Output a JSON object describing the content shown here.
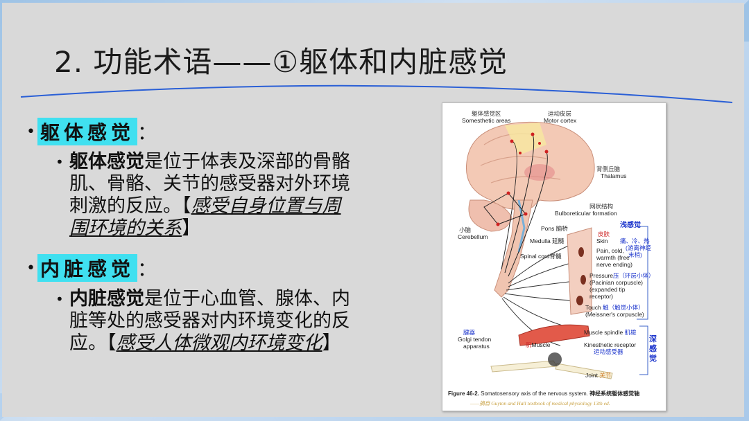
{
  "title": "2. 功能术语——①躯体和内脏感觉",
  "sections": [
    {
      "bullet": "•",
      "heading": "躯体感觉",
      "colon": "：",
      "sub_bullet": "•",
      "term": "躯体感觉",
      "body": "是位于体表及深部的骨骼肌、骨骼、关节的感受器对外环境刺激的反应。【",
      "emphasis": "感受自身位置与周围环境的关系",
      "close": "】"
    },
    {
      "bullet": "•",
      "heading": "内脏感觉",
      "colon": "：",
      "sub_bullet": "•",
      "term": "内脏感觉",
      "body": "是位于心血管、腺体、内脏等处的感受器对内环境变化的反应。【",
      "emphasis": "感受人体微观内环境变化",
      "close": "】"
    }
  ],
  "figure": {
    "labels": {
      "somesthetic_cn": "躯体感觉区",
      "somesthetic_en": "Somesthetic areas",
      "motor_cn": "运动皮层",
      "motor_en": "Motor cortex",
      "thalamus_cn": "背侧丘脑",
      "thalamus_en": "Thalamus",
      "reticular_cn": "网状结构",
      "reticular_en": "Bulboreticular formation",
      "cerebellum_cn": "小脑",
      "cerebellum_en": "Cerebellum",
      "pons": "Pons",
      "pons_cn": "脑桥",
      "medulla": "Medulla",
      "medulla_cn": "延髓",
      "spinal": "Spinal cord",
      "spinal_cn": "脊髓",
      "shallow_cn": "浅感觉",
      "skin_cn": "皮肤",
      "skin": "Skin",
      "pain_cn": "痛、冷、热",
      "pain1": "Pain, cold,",
      "pain2": "warmth (free",
      "pain3": "nerve ending)",
      "free_cn1": "(游离神经",
      "free_cn2": "末梢)",
      "pressure": "Pressure",
      "pressure_cn": "压（环层小体）",
      "pacinian1": "(Pacinian corpuscle)",
      "pacinian2": "(expanded tip",
      "pacinian3": "receptor)",
      "touch": "Touch",
      "touch_cn": "触（触觉小体）",
      "meissner": "(Meissner's corpuscle)",
      "tendon_cn": "腱器",
      "tendon1": "Golgi tendon",
      "tendon2": "apparatus",
      "muscle_cn": "肌",
      "muscle": "Muscle",
      "spindle": "Muscle spindle",
      "spindle_cn": "肌梭",
      "kinesthetic": "Kinesthetic receptor",
      "kinesthetic_cn": "运动感受器",
      "deep_cn": "深感觉",
      "joint": "Joint",
      "joint_cn": "关节"
    },
    "caption_bold": "Figure 46-2.",
    "caption": "Somatosensory axis of the nervous system.",
    "caption_cn": "神经系统躯体感觉轴",
    "source": "——摘自 Guyton and Hall textbook of medical physiology 13th ed."
  }
}
